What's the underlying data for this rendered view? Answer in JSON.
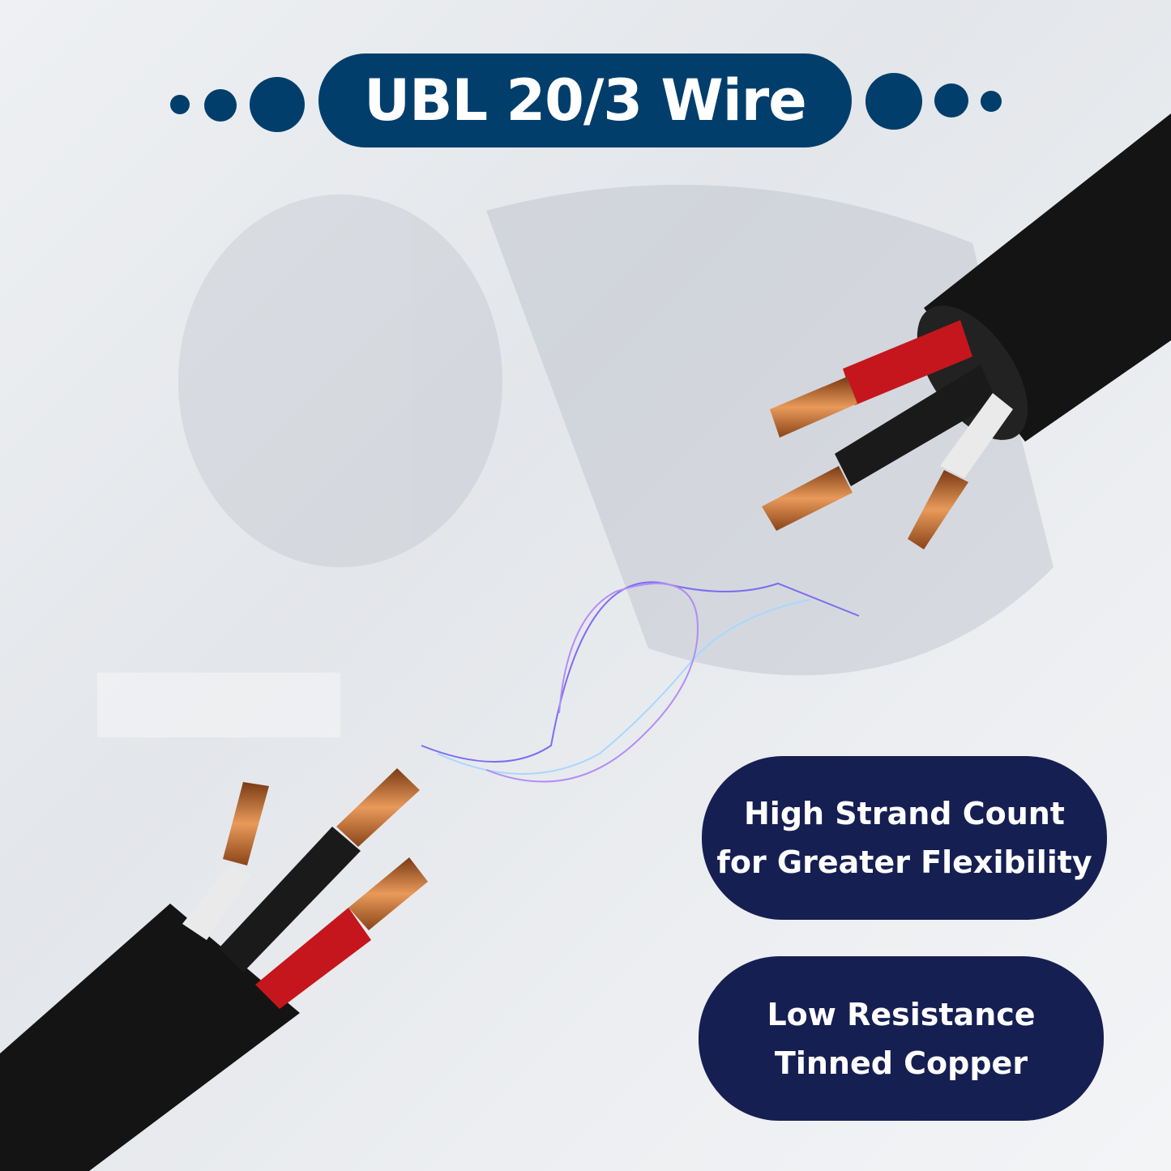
{
  "title": "UBL 20/3 Wire",
  "features": [
    {
      "line1": "High Strand Count",
      "line2": "for Greater Flexibility"
    },
    {
      "line1": "Low Resistance",
      "line2": "Tinned Copper"
    }
  ],
  "colors": {
    "title_bg": "#023e6c",
    "badge_bg": "#161f52",
    "copper": "#c8743a",
    "red": "#c4161c",
    "jacket": "#111111"
  }
}
